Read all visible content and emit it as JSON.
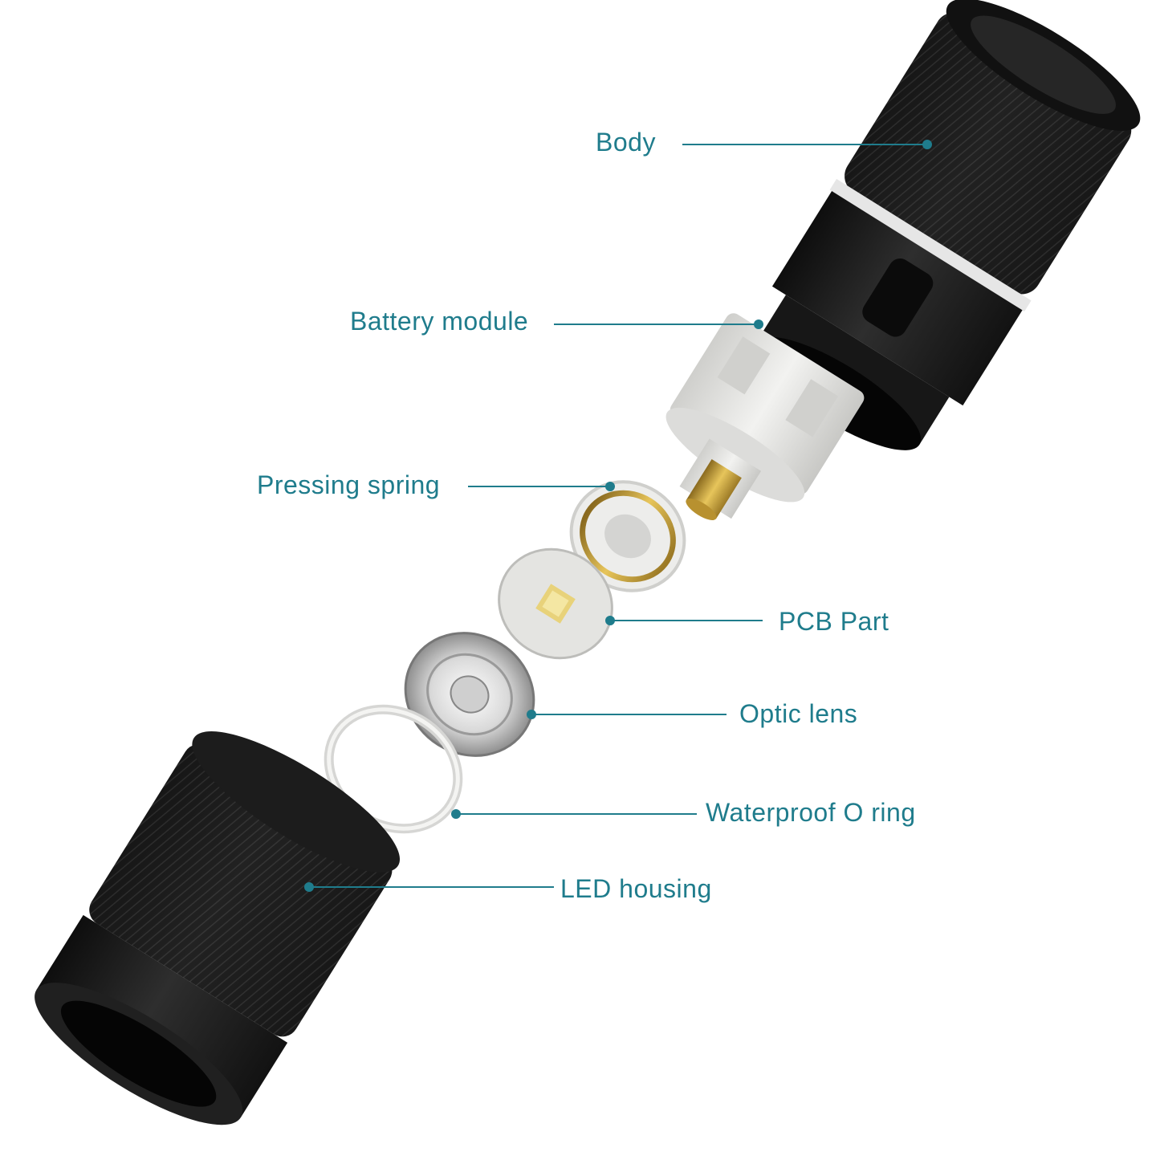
{
  "colors": {
    "label": "#1f7c8c",
    "leader": "#1f7c8c",
    "metal_dark": "#1a1a1a",
    "plastic_white": "#e8e8e6",
    "gold": "#c9a13b"
  },
  "labels": {
    "body": "Body",
    "battery_module": "Battery module",
    "pressing_spring": "Pressing spring",
    "pcb_part": "PCB Part",
    "optic_lens": "Optic lens",
    "waterproof_o_ring": "Waterproof O ring",
    "led_housing": "LED housing"
  }
}
